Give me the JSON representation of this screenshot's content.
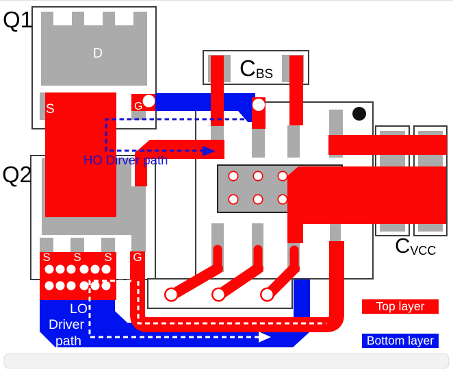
{
  "labels": {
    "q1": "Q1",
    "q2": "Q2",
    "d": "D",
    "s": "S",
    "g": "G"
  },
  "cbs": {
    "main": "C",
    "sub": "BS"
  },
  "cvcc": {
    "main": "C",
    "sub": "VCC"
  },
  "annotations": {
    "ho_path": "HO Dirver path",
    "lo_line1": "LO",
    "lo_line2": "Driver",
    "lo_line3": "path"
  },
  "q2_pins": {
    "s1": "S",
    "s2": "S",
    "s3": "S",
    "g": "G"
  },
  "legend": {
    "top": "Top layer",
    "bottom": "Bottom layer"
  },
  "colors": {
    "top_layer": "#fb0505",
    "bottom_layer": "#0013ee",
    "pad_gray": "#ababab",
    "outline": "#3c3c3c",
    "annotation_blue": "#1414d2"
  }
}
